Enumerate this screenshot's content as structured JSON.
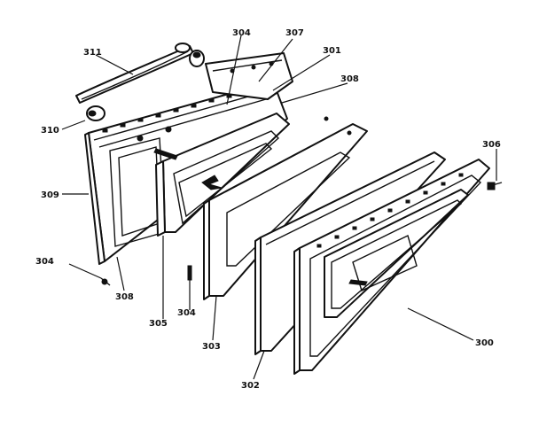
{
  "callouts": [
    {
      "id": "c311",
      "label": "311"
    },
    {
      "id": "c310",
      "label": "310"
    },
    {
      "id": "c309",
      "label": "309"
    },
    {
      "id": "c304a",
      "label": "304"
    },
    {
      "id": "c304b",
      "label": "304"
    },
    {
      "id": "c308a",
      "label": "308"
    },
    {
      "id": "c305",
      "label": "305"
    },
    {
      "id": "c304c",
      "label": "304"
    },
    {
      "id": "c303",
      "label": "303"
    },
    {
      "id": "c302",
      "label": "302"
    },
    {
      "id": "c300",
      "label": "300"
    },
    {
      "id": "c307",
      "label": "307"
    },
    {
      "id": "c301",
      "label": "301"
    },
    {
      "id": "c306",
      "label": "306"
    },
    {
      "id": "c308b",
      "label": "308"
    }
  ]
}
